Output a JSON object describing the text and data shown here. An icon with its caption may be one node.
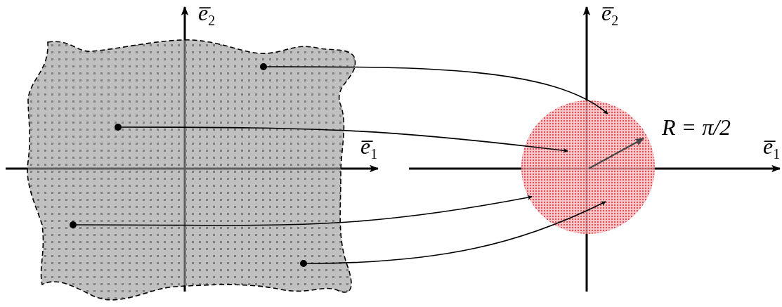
{
  "diagram": {
    "nodes": [
      {
        "text": [],
        "shape": "region"
      },
      {
        "text": [],
        "shape": "circle",
        "beside": [
          "R = π/2"
        ]
      },
      {
        "text": [],
        "shape": "dot",
        "in": 0
      },
      {
        "text": [],
        "shape": "dot",
        "in": 0
      },
      {
        "text": [],
        "shape": "dot",
        "in": 0
      },
      {
        "text": [],
        "shape": "dot",
        "in": 0
      }
    ],
    "edges": [
      {
        "from": 2,
        "to": 1,
        "arrow": "to"
      },
      {
        "from": 3,
        "to": 1,
        "arrow": "to"
      },
      {
        "from": 4,
        "to": 1,
        "arrow": "to"
      },
      {
        "from": 5,
        "to": 1,
        "arrow": "to"
      }
    ],
    "labels": [
      "e̅$_{2}$",
      "e̅$_{2}$",
      "e̅$_{1}$",
      "e̅$_{1}$"
    ]
  }
}
